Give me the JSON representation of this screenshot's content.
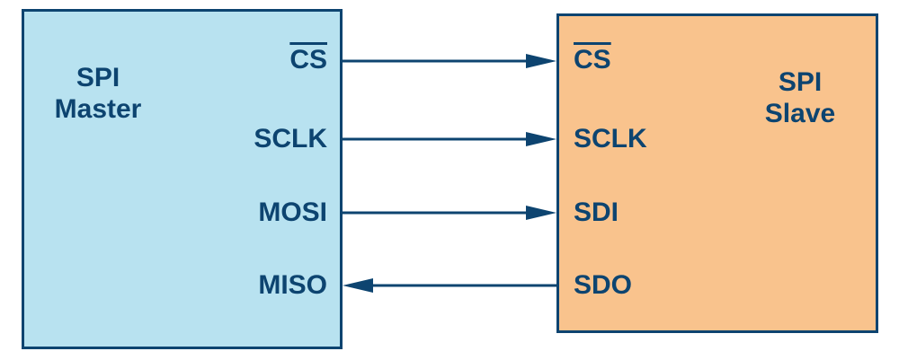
{
  "diagram": {
    "colors": {
      "stroke": "#0d4470",
      "master_fill": "#b8e2f0",
      "slave_fill": "#f9c38d"
    },
    "master": {
      "title_line1": "SPI",
      "title_line2": "Master",
      "pins": [
        {
          "label": "CS",
          "active_low": true
        },
        {
          "label": "SCLK",
          "active_low": false
        },
        {
          "label": "MOSI",
          "active_low": false
        },
        {
          "label": "MISO",
          "active_low": false
        }
      ]
    },
    "slave": {
      "title_line1": "SPI",
      "title_line2": "Slave",
      "pins": [
        {
          "label": "CS",
          "active_low": true
        },
        {
          "label": "SCLK",
          "active_low": false
        },
        {
          "label": "SDI",
          "active_low": false
        },
        {
          "label": "SDO",
          "active_low": false
        }
      ]
    },
    "connections": [
      {
        "from": "Master CS",
        "to": "Slave CS",
        "direction": "master-to-slave"
      },
      {
        "from": "Master SCLK",
        "to": "Slave SCLK",
        "direction": "master-to-slave"
      },
      {
        "from": "Master MOSI",
        "to": "Slave SDI",
        "direction": "master-to-slave"
      },
      {
        "from": "Slave SDO",
        "to": "Master MISO",
        "direction": "slave-to-master"
      }
    ]
  }
}
